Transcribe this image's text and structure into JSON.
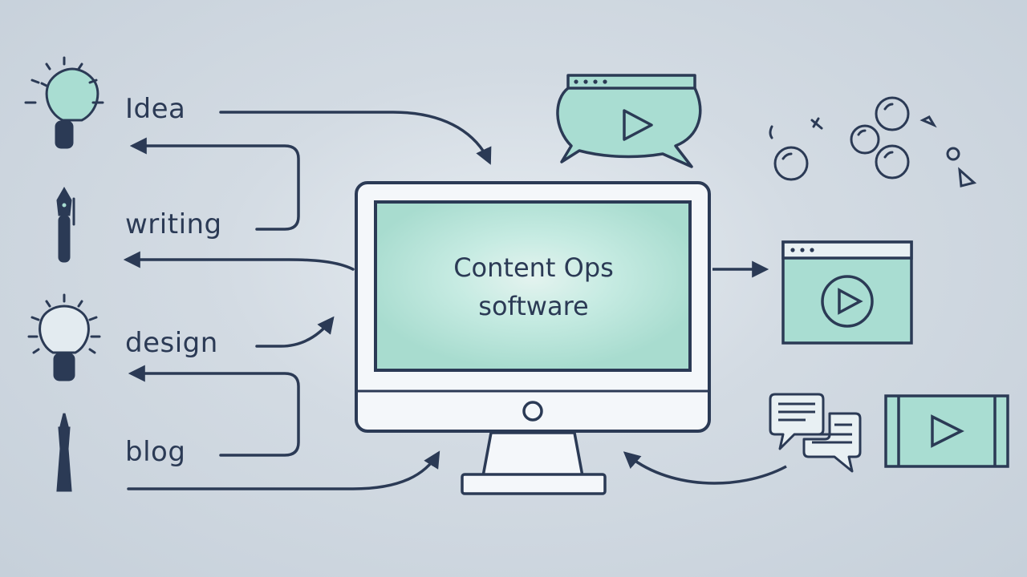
{
  "steps": {
    "idea": "Idea",
    "writing": "writing",
    "design": "design",
    "blog": "blog"
  },
  "monitor": {
    "line1": "Content Ops",
    "line2": "software"
  },
  "colors": {
    "background": "#c9d3dd",
    "ink": "#2b3a55",
    "accent": "#a9ddd2",
    "screen": "#b5e3d8"
  },
  "icons": [
    "lightbulb-icon",
    "pen-icon",
    "lightbulb-outline-icon",
    "brush-icon",
    "video-chat-bubble-icon",
    "bubbles-icon",
    "video-window-icon",
    "chat-bubbles-icon",
    "video-player-icon"
  ]
}
